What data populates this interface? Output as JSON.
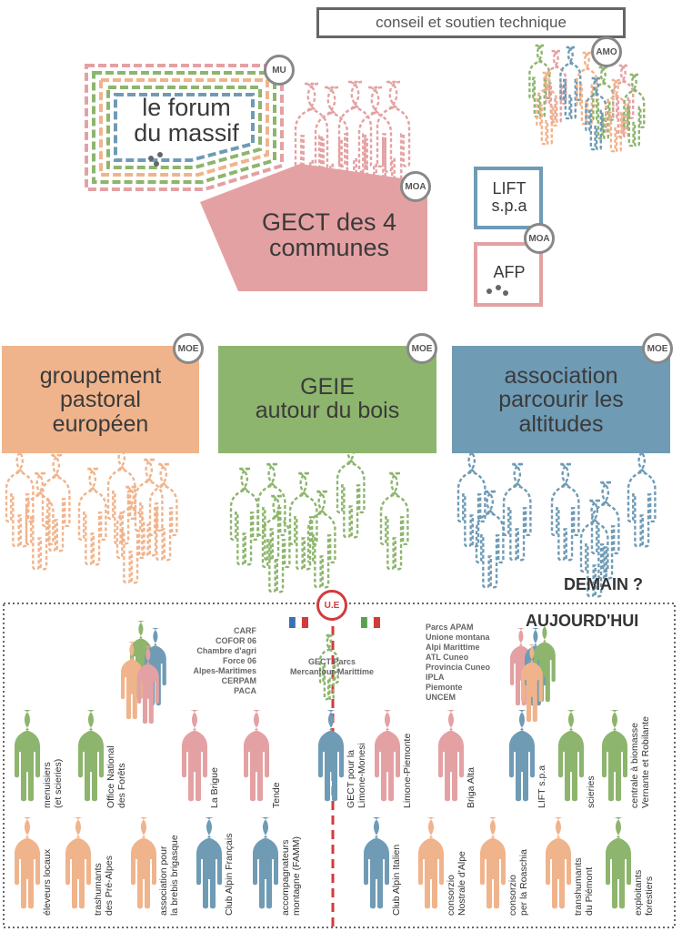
{
  "colors": {
    "pink": "#e4a1a3",
    "orange": "#f0b48c",
    "green": "#8db56d",
    "blue": "#6f9bb5",
    "grey": "#777777",
    "red": "#d23b3b"
  },
  "top": {
    "support": "conseil et soutien technique",
    "forum": "le forum\ndu massif",
    "gect": "GECT des 4\ncommunes",
    "lift": "LIFT\ns.p.a",
    "afp": "AFP",
    "badges": {
      "mu": "MU",
      "amo": "AMO",
      "moa1": "MOA",
      "moa2": "MOA",
      "moe1": "MOE",
      "moe2": "MOE",
      "moe3": "MOE"
    }
  },
  "groups": [
    {
      "label": "groupement\npastoral\neuropéen"
    },
    {
      "label": "GEIE\nautour du bois"
    },
    {
      "label": "association\nparcourir les\naltitudes"
    }
  ],
  "demain": "DEMAIN ?",
  "aujourdhui": "AUJOURD'HUI",
  "ue": "U.E",
  "france_list": [
    "CARF",
    "COFOR 06",
    "Chambre d'agri",
    "Force 06",
    "Alpes-Maritimes",
    "CERPAM",
    "PACA"
  ],
  "italy_list": [
    "Parcs APAM",
    "Unione montana",
    "Alpi Marittime",
    "ATL Cuneo",
    "Provincia Cuneo",
    "IPLA",
    "Piemonte",
    "UNCEM"
  ],
  "center_label": "GECT Parcs\nMercantour-Marittime",
  "row1": [
    "menuisiers\n(et scieries)",
    "Office National\ndes Forêts",
    "La Brigue",
    "Tende",
    "GECT pour la\nLimone-Monesi",
    "Limone-Piemonte",
    "Briga Alta",
    "LIFT s.p.a",
    "scieries",
    "centrale à biomasse\nVernante et Robilante"
  ],
  "row2": [
    "éleveurs locaux",
    "trashumants\ndes Pré-Alpes",
    "association pour\nla brebis brigasque",
    "Club Alpin Français",
    "accompagnateurs\nmontagne (FAMM)",
    "Club Alpin Italien",
    "consorzio\nNostrale d'Alpe",
    "consorzio\nper la Roaschia",
    "transhumants\ndu Piémont",
    "exploitants\nforestiers"
  ]
}
